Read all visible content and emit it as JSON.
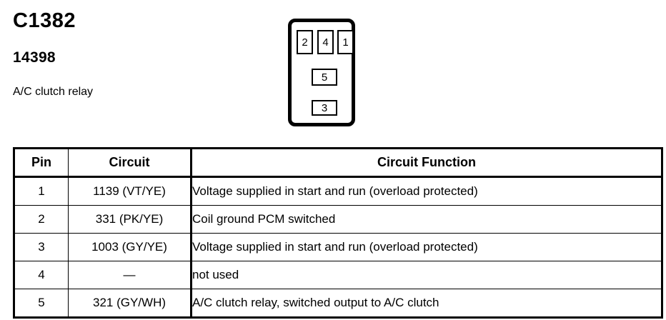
{
  "header": {
    "connector_id": "C1382",
    "part_number": "14398",
    "component_name": "A/C clutch relay"
  },
  "connector_diagram": {
    "name": "connector-face-view",
    "pins": [
      {
        "label": "2",
        "position": "top-left"
      },
      {
        "label": "4",
        "position": "top-center"
      },
      {
        "label": "1",
        "position": "top-right"
      },
      {
        "label": "5",
        "position": "middle-center"
      },
      {
        "label": "3",
        "position": "bottom-center"
      }
    ]
  },
  "table": {
    "headers": {
      "pin": "Pin",
      "circuit": "Circuit",
      "function": "Circuit Function"
    },
    "rows": [
      {
        "pin": "1",
        "circuit": "1139 (VT/YE)",
        "function": "Voltage supplied in start and run (overload protected)"
      },
      {
        "pin": "2",
        "circuit": "331 (PK/YE)",
        "function": "Coil ground PCM switched"
      },
      {
        "pin": "3",
        "circuit": "1003 (GY/YE)",
        "function": "Voltage supplied in start and run (overload protected)"
      },
      {
        "pin": "4",
        "circuit": "—",
        "function": "not used"
      },
      {
        "pin": "5",
        "circuit": "321 (GY/WH)",
        "function": "A/C clutch relay, switched output to A/C clutch"
      }
    ]
  }
}
